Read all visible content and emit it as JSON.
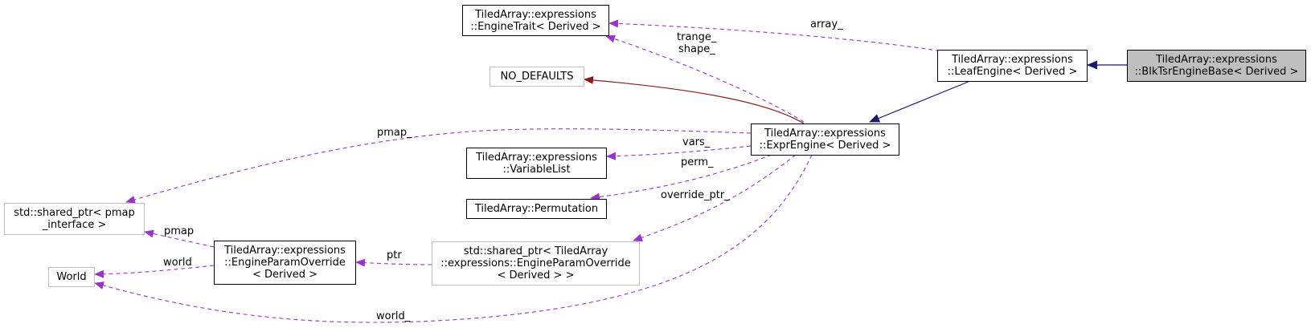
{
  "nodes": {
    "engine_trait": [
      "TiledArray::expressions",
      "::EngineTrait< Derived >"
    ],
    "no_defaults": [
      "NO_DEFAULTS"
    ],
    "leaf_engine": [
      "TiledArray::expressions",
      "::LeafEngine< Derived >"
    ],
    "blk_tsr": [
      "TiledArray::expressions",
      "::BlkTsrEngineBase< Derived >"
    ],
    "expr_engine": [
      "TiledArray::expressions",
      "::ExprEngine< Derived >"
    ],
    "variable_list": [
      "TiledArray::expressions",
      "::VariableList"
    ],
    "permutation": [
      "TiledArray::Permutation"
    ],
    "shared_ptr_pmap": [
      "std::shared_ptr< pmap",
      "_interface >"
    ],
    "engine_param_override": [
      "TiledArray::expressions",
      "::EngineParamOverride",
      "< Derived >"
    ],
    "shared_ptr_override": [
      "std::shared_ptr< TiledArray",
      "::expressions::EngineParamOverride",
      "< Derived > >"
    ],
    "world": [
      "World"
    ]
  },
  "edge_labels": {
    "array": "array_",
    "trange": "trange_",
    "shape": "shape_",
    "pmap_": "pmap_",
    "vars": "vars_",
    "perm": "perm_",
    "override_ptr": "override_ptr_",
    "pmap": "pmap",
    "world": "world",
    "ptr": "ptr",
    "world_": "world_"
  },
  "colors": {
    "inheritance": "#191970",
    "private_inheritance": "#8b1a1a",
    "usage": "#9a32cd",
    "focus_fill": "#bfbfbf"
  }
}
